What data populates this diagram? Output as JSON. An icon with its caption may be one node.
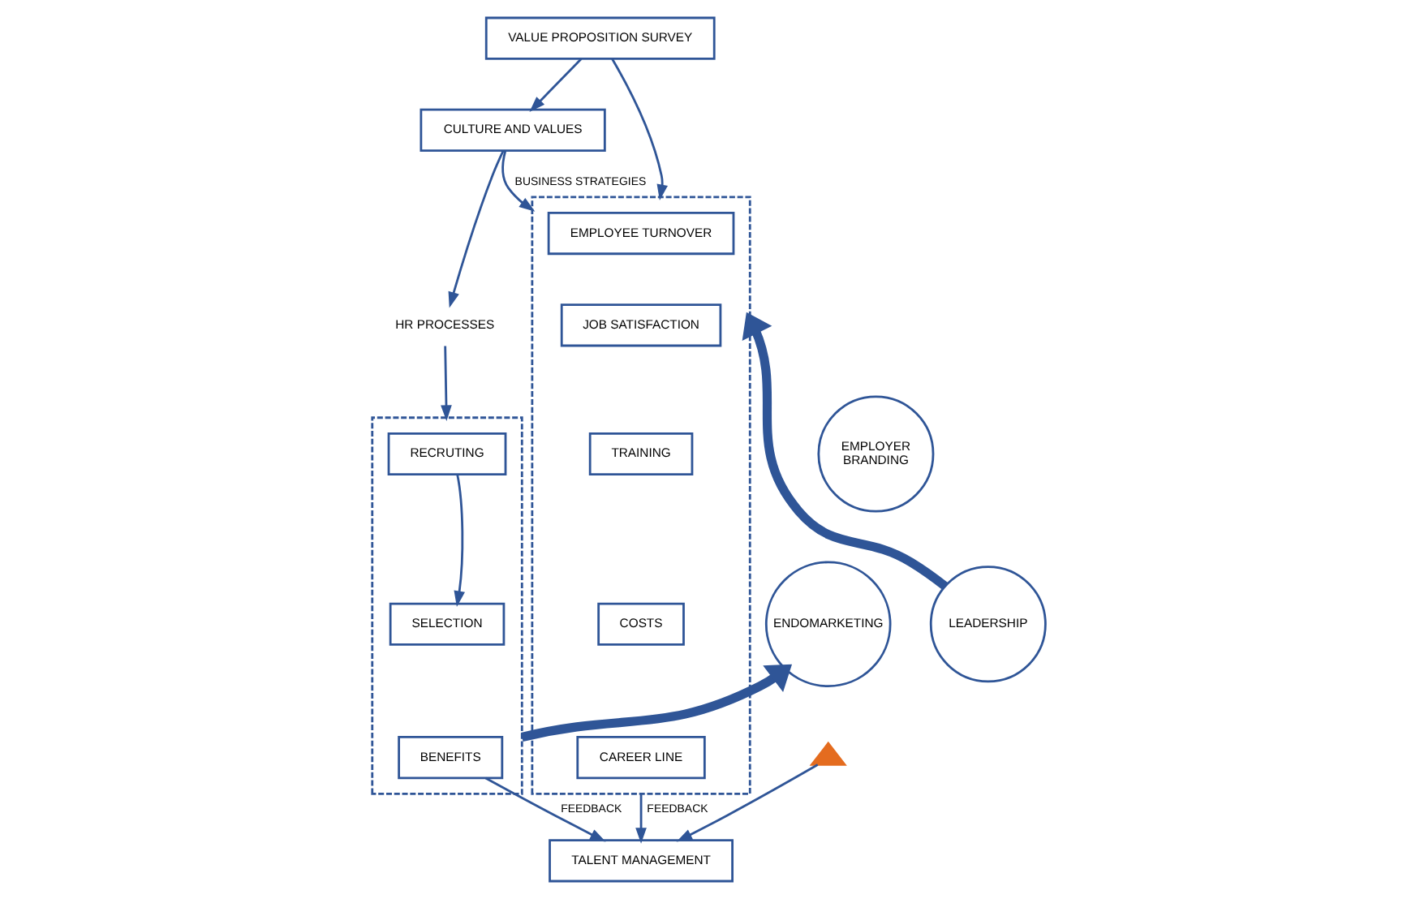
{
  "diagram": {
    "nodes": [
      {
        "text": [
          "VALUE PROPOSITION SURVEY"
        ]
      },
      {
        "text": [
          "CULTURE AND VALUES"
        ]
      },
      {
        "text": [
          "HR PROCESSES"
        ]
      },
      {
        "text": [],
        "shape": "box"
      },
      {
        "text": [
          "RECRUTING"
        ],
        "in": 3
      },
      {
        "text": [
          "SELECTION"
        ],
        "in": 3
      },
      {
        "text": [
          "BENEFITS"
        ],
        "in": 3
      },
      {
        "text": [],
        "shape": "box"
      },
      {
        "text": [
          "EMPLOYEE TURNOVER"
        ],
        "in": 7
      },
      {
        "text": [
          "JOB SATISFACTION"
        ],
        "in": 7
      },
      {
        "text": [
          "TRAINING"
        ],
        "in": 7
      },
      {
        "text": [
          "COSTS"
        ],
        "in": 7
      },
      {
        "text": [
          "CAREER LINE"
        ],
        "in": 7
      },
      {
        "text": [
          "EMPLOYER BRANDING"
        ]
      },
      {
        "text": [
          "ENDOMARKETING"
        ]
      },
      {
        "text": [
          "LEADERSHIP"
        ]
      },
      {
        "text": [],
        "shape": "triangle"
      },
      {
        "text": [
          "TALENT MANAGEMENT"
        ]
      }
    ],
    "edges": [
      {
        "from": 0,
        "to": 1,
        "arrow": "to"
      },
      {
        "from": 0,
        "to": 7,
        "arrow": "to"
      },
      {
        "from": 1,
        "to": 2,
        "arrow": "to"
      },
      {
        "from": 2,
        "to": 3,
        "arrow": "to"
      },
      {
        "from": 1,
        "to": 7,
        "arrow": "to",
        "label": "BUSINESS STRATEGIES"
      },
      {
        "from": 4,
        "to": 5,
        "arrow": "to"
      },
      {
        "from": 3,
        "to": 14,
        "arrow": "to",
        "style": "thick"
      },
      {
        "from": 15,
        "to": 7,
        "arrow": "to",
        "style": "thick"
      },
      {
        "from": 16,
        "to": 17,
        "arrow": "to"
      },
      {
        "from": 6,
        "to": 17,
        "arrow": "to",
        "label": "FEEDBACK"
      },
      {
        "from": 7,
        "to": 17,
        "arrow": "to",
        "label": "FEEDBACK"
      }
    ]
  }
}
